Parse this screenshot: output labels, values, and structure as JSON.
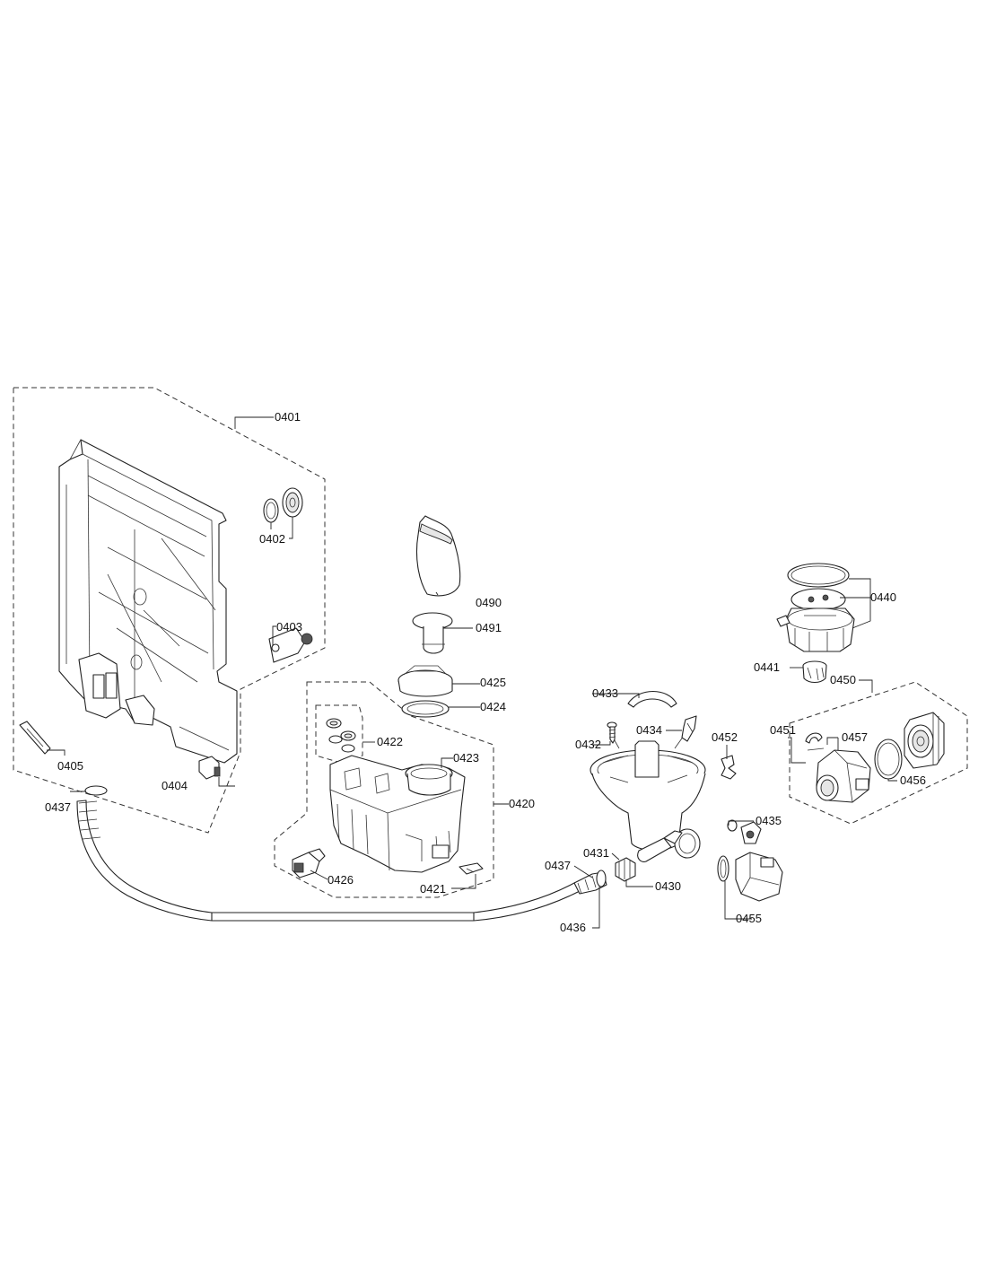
{
  "callouts": {
    "c0401": "0401",
    "c0402": "0402",
    "c0403": "0403",
    "c0404": "0404",
    "c0405": "0405",
    "c0437a": "0437",
    "c0490": "0490",
    "c0491": "0491",
    "c0425": "0425",
    "c0424": "0424",
    "c0422": "0422",
    "c0423": "0423",
    "c0420": "0420",
    "c0426": "0426",
    "c0421": "0421",
    "c0433": "0433",
    "c0432": "0432",
    "c0434": "0434",
    "c0452": "0452",
    "c0431": "0431",
    "c0437b": "0437",
    "c0430": "0430",
    "c0436": "0436",
    "c0435": "0435",
    "c0455": "0455",
    "c0440": "0440",
    "c0441": "0441",
    "c0450": "0450",
    "c0451": "0451",
    "c0457": "0457",
    "c0456": "0456"
  },
  "colors": {
    "line": "#222222",
    "paper": "#ffffff",
    "shade": "#e6e6e6"
  }
}
